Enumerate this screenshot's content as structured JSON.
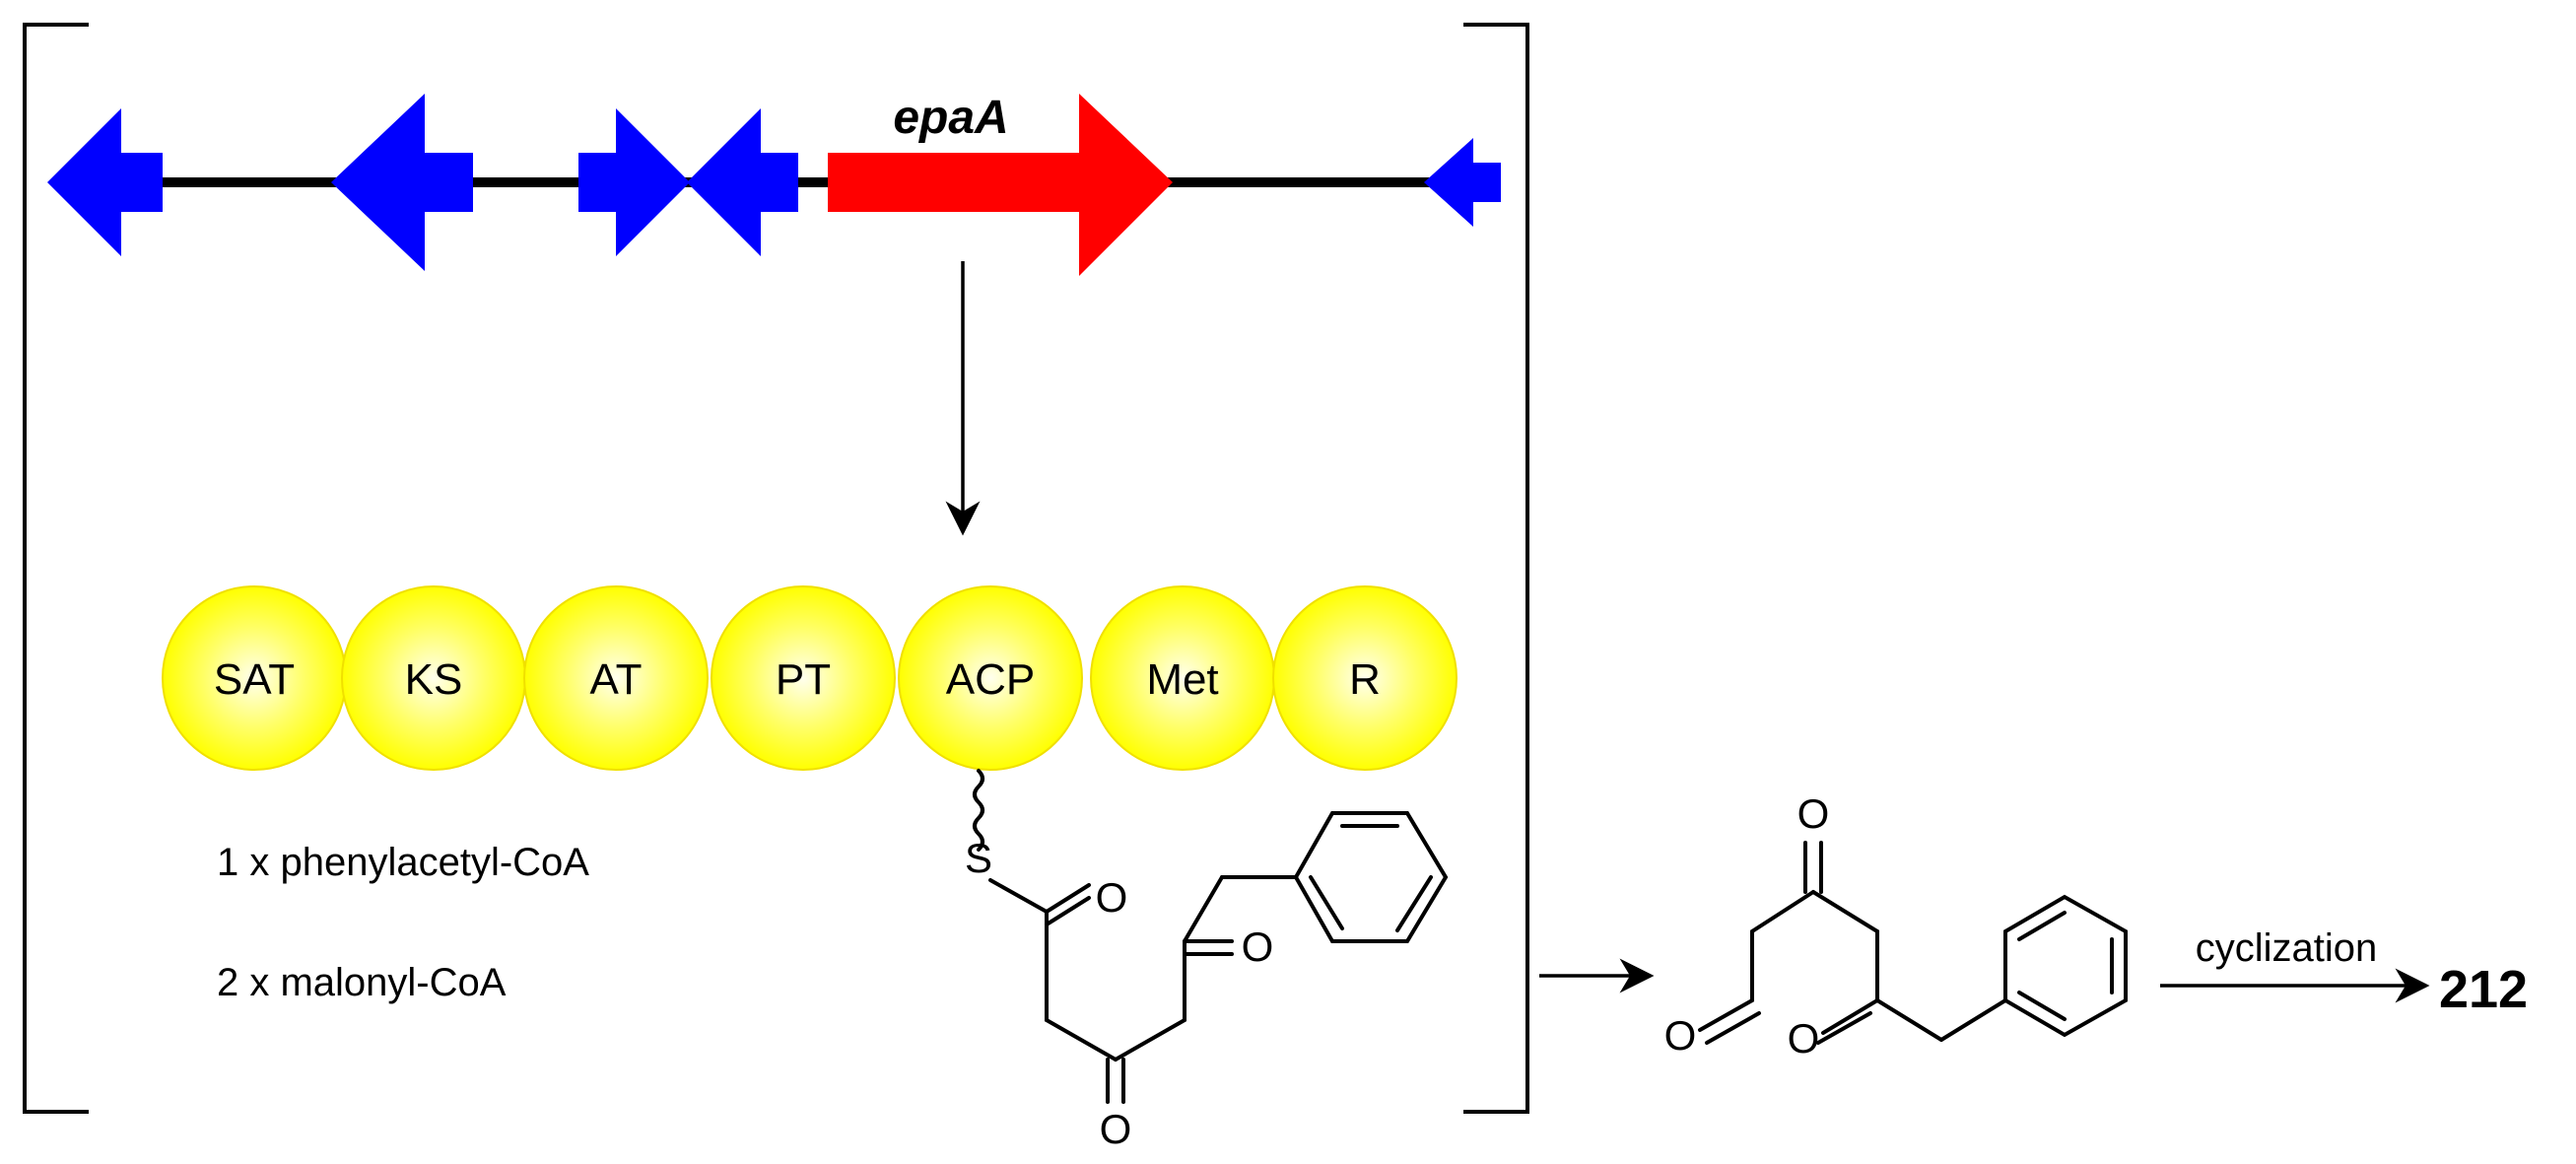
{
  "gene_cluster": {
    "highlight_gene": "epaA",
    "colors": {
      "highlight": "#ff0000",
      "other": "#0000ff",
      "line": "#000000"
    }
  },
  "enzyme": {
    "domains": [
      "SAT",
      "KS",
      "AT",
      "PT",
      "ACP",
      "Met",
      "R"
    ],
    "domain_color": "#ffff00"
  },
  "substrates": {
    "starter": "1 x phenylacetyl-CoA",
    "extender": "2 x malonyl-CoA"
  },
  "atoms": {
    "sulfur": "S",
    "oxygen": "O"
  },
  "reaction": {
    "step_label": "cyclization",
    "product_id": "212"
  }
}
